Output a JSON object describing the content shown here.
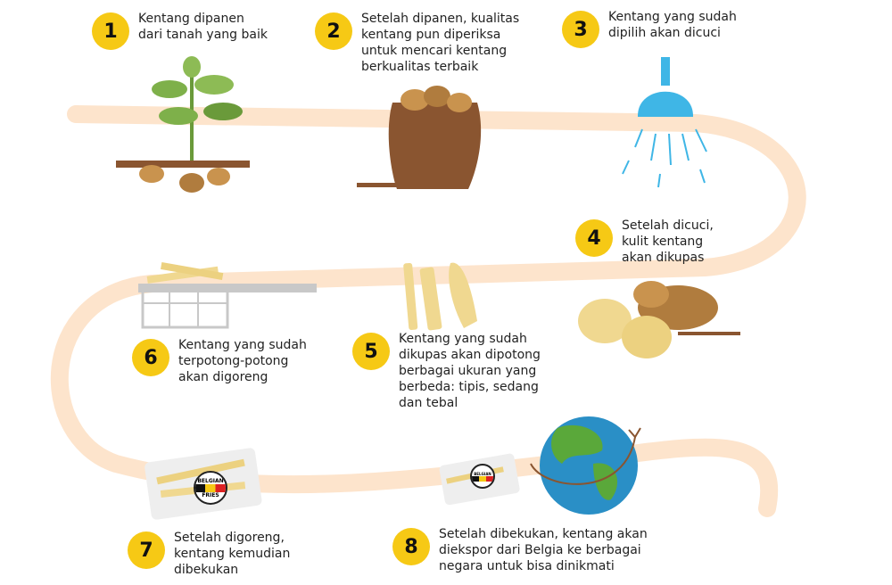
{
  "steps": [
    {
      "number": "1",
      "text": "Kentang dipanen\ndari tanah yang baik"
    },
    {
      "number": "2",
      "text": "Setelah dipanen, kualitas\nkentang pun diperiksa\nuntuk mencari kentang\nberkualitas terbaik"
    },
    {
      "number": "3",
      "text": "Kentang yang sudah\ndipilih akan dicuci"
    },
    {
      "number": "4",
      "text": "Setelah dicuci,\nkulit kentang\nakan dikupas"
    },
    {
      "number": "5",
      "text": "Kentang yang sudah\ndikupas akan dipotong\nberbagai ukuran yang\nberbeda: tipis, sedang\ndan tebal"
    },
    {
      "number": "6",
      "text": "Kentang yang sudah\nterpotong-potong\nakan digoreng"
    },
    {
      "number": "7",
      "text": "Setelah digoreng,\nkentang kemudian\ndibekukan"
    },
    {
      "number": "8",
      "text": "Setelah dibekukan, kentang akan\ndiekspor dari Belgia ke berbagai\nnegara untuk bisa dinikmati"
    }
  ],
  "logo": {
    "top": "BELGIAN",
    "bottom": "FRIES"
  },
  "colors": {
    "path": "#fde4cc",
    "badge": "#f6c915",
    "potato": "#c9934e",
    "sack": "#8a5530",
    "water": "#3fb6e6",
    "earth_ocean": "#2a8fc6",
    "earth_land": "#5aa83a"
  }
}
